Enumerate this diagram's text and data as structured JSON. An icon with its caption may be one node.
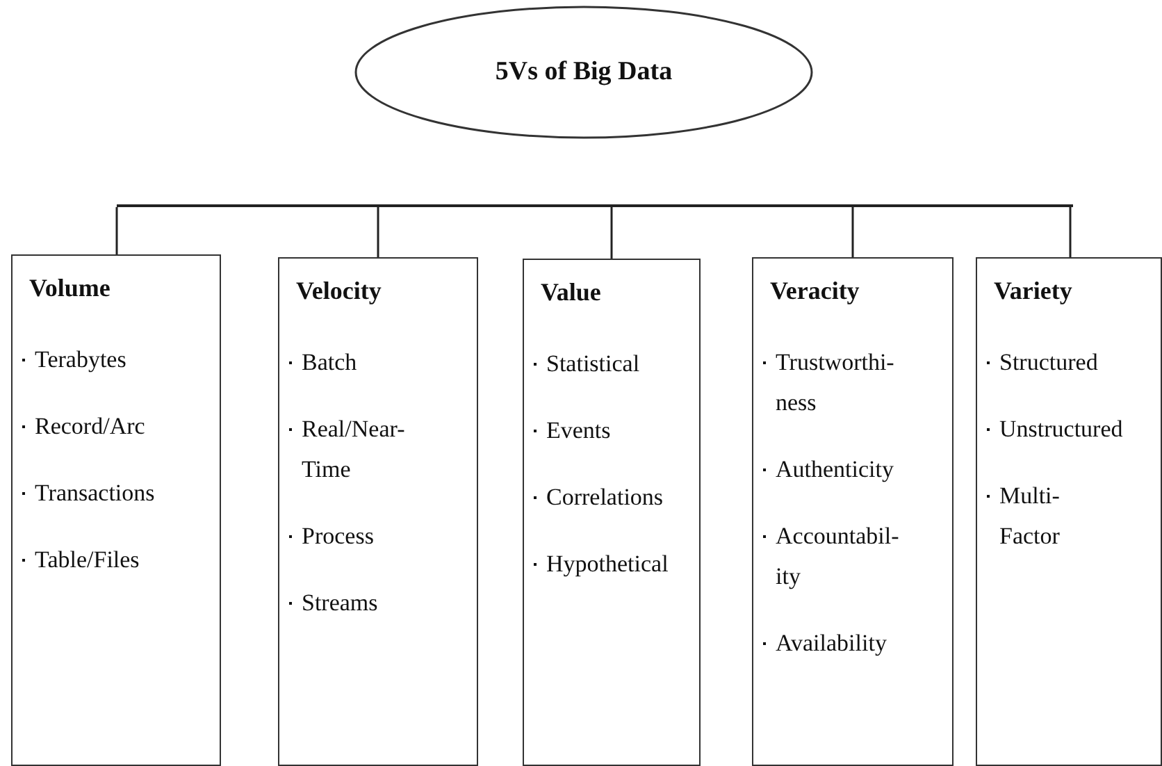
{
  "diagram": {
    "nodes": [
      {
        "text": [
          "5Vs of Big Data"
        ]
      },
      {
        "text": [],
        "shape": "bar"
      },
      {
        "text": [
          "Volume",
          "Terabytes",
          "Record/Arc",
          "Transactions",
          "Table/Files"
        ]
      },
      {
        "text": [
          "Velocity",
          "Batch",
          "Real/Near- Time",
          "Process",
          "Streams"
        ]
      },
      {
        "text": [
          "Value",
          "Statistical",
          "Events",
          "Correlations",
          "Hypothetical"
        ]
      },
      {
        "text": [
          "Veracity",
          "Trustworthi- ness",
          "Authenticity",
          "Accountabil- ity",
          "Availability"
        ]
      },
      {
        "text": [
          "Variety",
          "Structured",
          "Unstructured",
          "Multi- Factor"
        ]
      }
    ],
    "edges": [
      {
        "from": 1,
        "to": 2,
        "arrow": "none"
      },
      {
        "from": 1,
        "to": 3,
        "arrow": "none"
      },
      {
        "from": 1,
        "to": 4,
        "arrow": "none"
      },
      {
        "from": 1,
        "to": 5,
        "arrow": "none"
      },
      {
        "from": 1,
        "to": 6,
        "arrow": "none"
      }
    ]
  }
}
